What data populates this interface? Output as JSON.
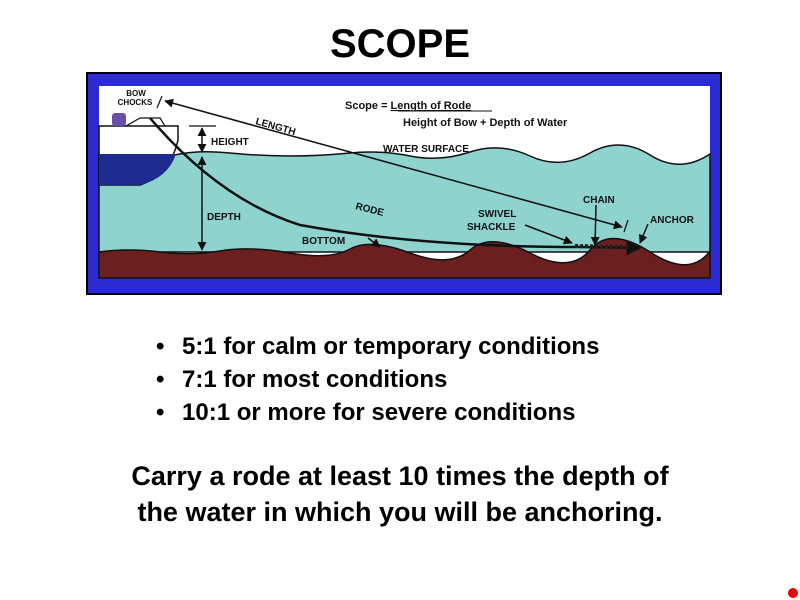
{
  "title": "SCOPE",
  "diagram": {
    "formula_left": "Scope = ",
    "formula_numerator": "Length of Rode",
    "formula_denominator": "Height of Bow + Depth of Water",
    "labels": {
      "bow": "BOW",
      "chocks": "CHOCKS",
      "length": "LENGTH",
      "height": "HEIGHT",
      "water_surface": "WATER SURFACE",
      "depth": "DEPTH",
      "rode": "RODE",
      "bottom": "BOTTOM",
      "swivel": "SWIVEL",
      "shackle": "SHACKLE",
      "chain": "CHAIN",
      "anchor": "ANCHOR"
    },
    "colors": {
      "frame": "#2b2bd6",
      "water": "#8fd3cf",
      "seabed": "#6b1f1f",
      "sky": "#ffffff"
    }
  },
  "bullets": [
    "5:1 for calm or temporary conditions",
    "7:1 for most conditions",
    "10:1 or more for severe conditions"
  ],
  "bullet_glyph": "•",
  "summary": [
    "Carry a rode at least 10 times the depth of",
    "the water in which you will be anchoring."
  ]
}
